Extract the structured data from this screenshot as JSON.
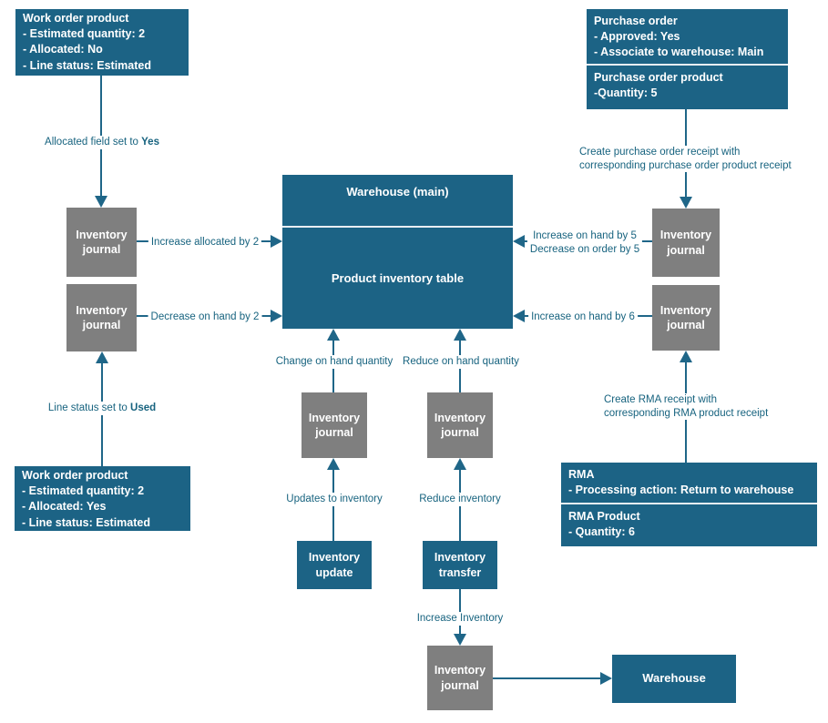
{
  "colors": {
    "node_fill": "#1c6385",
    "journal_fill": "#7f7f7f",
    "connector": "#1f6688",
    "label_text": "#17637f",
    "node_text": "#ffffff"
  },
  "nodes": {
    "work_order_top": {
      "lines": [
        "Work order product",
        "- Estimated quantity: 2",
        "- Allocated: No",
        "- Line status: Estimated"
      ]
    },
    "purchase_order": {
      "lines": [
        "Purchase order",
        "- Approved: Yes",
        "- Associate to warehouse: Main"
      ]
    },
    "purchase_order_product": {
      "lines": [
        "Purchase order product",
        "-Quantity: 5"
      ]
    },
    "warehouse_main": {
      "title": "Warehouse (main)",
      "body": "Product inventory table"
    },
    "inventory_journal": "Inventory journal",
    "inventory_update": "Inventory update",
    "inventory_transfer": "Inventory transfer",
    "work_order_bottom": {
      "lines": [
        "Work order product",
        "- Estimated quantity: 2",
        "- Allocated: Yes",
        "- Line status: Estimated"
      ]
    },
    "rma": {
      "lines": [
        "RMA",
        "- Processing action: Return to warehouse"
      ]
    },
    "rma_product": {
      "lines": [
        "RMA Product",
        "- Quantity: 6"
      ]
    },
    "warehouse": "Warehouse"
  },
  "labels": {
    "allocated_set": {
      "pre": "Allocated field set to ",
      "bold": "Yes"
    },
    "increase_allocated": "Increase allocated by 2",
    "decrease_on_hand": "Decrease on hand by 2",
    "po_receipt_line1": "Create purchase order receipt with",
    "po_receipt_line2": "corresponding purchase order product receipt",
    "increase_on_hand_5": "Increase on hand by 5",
    "decrease_on_order_5": "Decrease on order by 5",
    "increase_on_hand_6": "Increase on hand by 6",
    "change_on_hand": "Change on hand quantity",
    "reduce_on_hand": "Reduce on hand quantity",
    "updates_to_inventory": "Updates to inventory",
    "reduce_inventory": "Reduce inventory",
    "line_status_set": {
      "pre": "Line status set to ",
      "bold": "Used"
    },
    "rma_receipt_line1": "Create RMA receipt with",
    "rma_receipt_line2": "corresponding RMA product receipt",
    "increase_inventory": "Increase Inventory"
  }
}
